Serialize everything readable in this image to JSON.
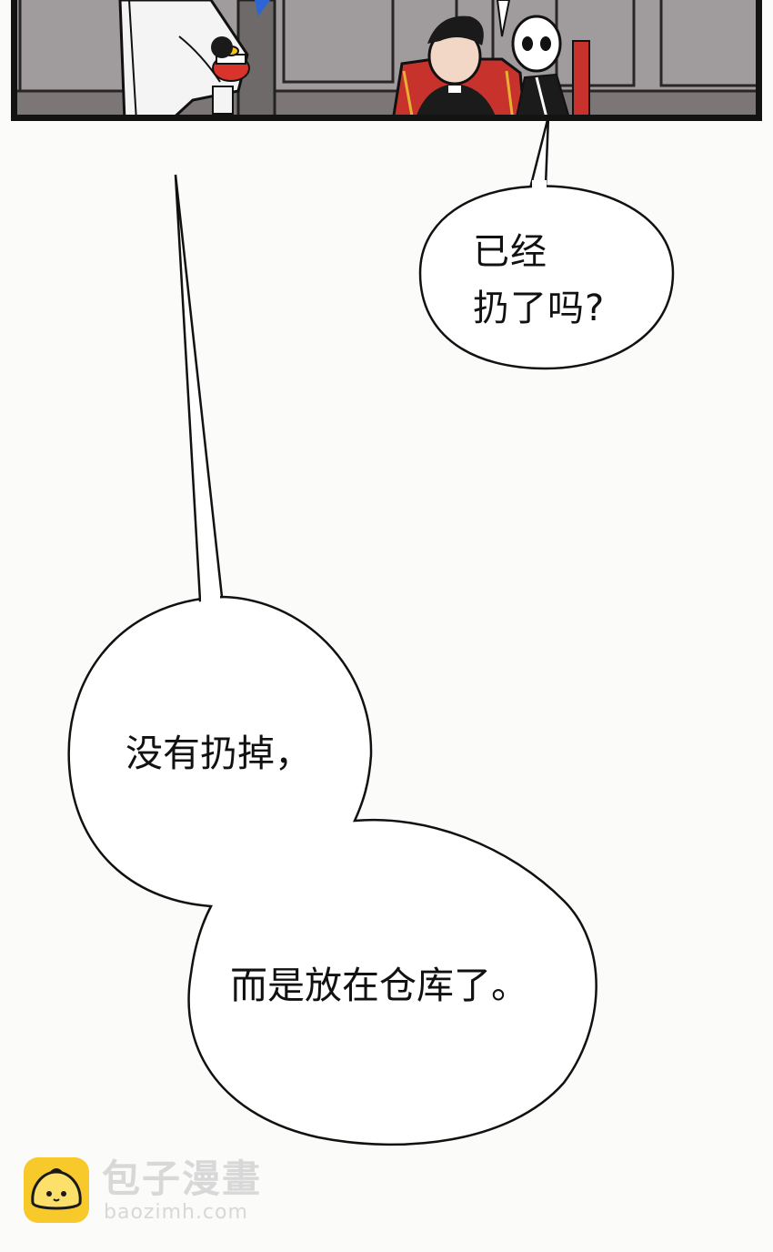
{
  "bubbles": {
    "first": {
      "text": "已经\n扔了吗?"
    },
    "second": {
      "line1": "没有扔掉，",
      "line2": "而是放在仓库了。"
    }
  },
  "watermark": {
    "name": "包子漫畫",
    "url": "baozimh.com",
    "logo_icon": "bun-face-icon",
    "logo_color": "#f7c92a"
  }
}
